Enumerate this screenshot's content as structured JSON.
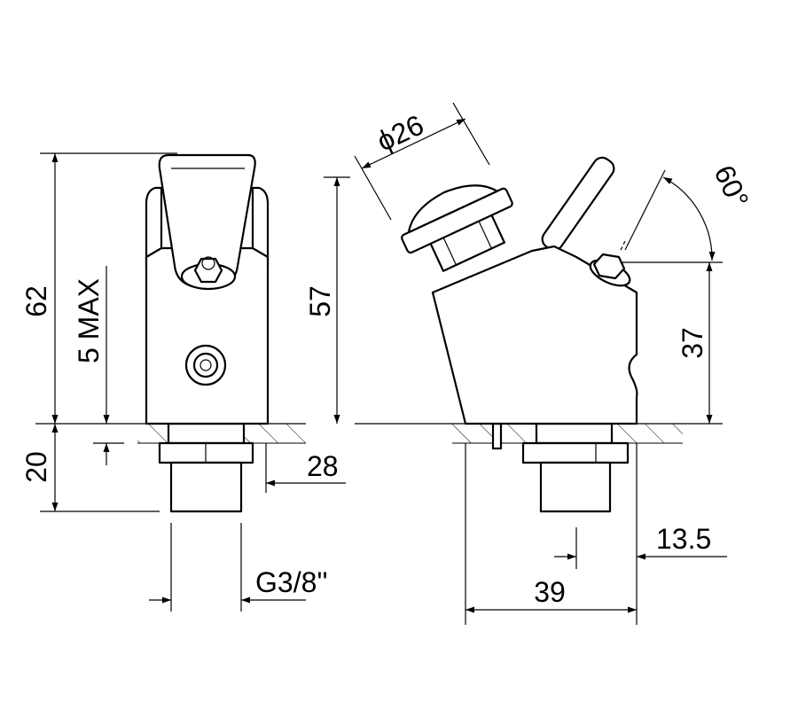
{
  "title": "Push-button tap dimensional drawing",
  "dimensions": {
    "height_total": "62",
    "counter_thickness": "5 MAX",
    "thread_length": "20",
    "body_height": "57",
    "nut_width": "28",
    "thread_size": "G3/8''",
    "button_diameter": "ϕ26",
    "lever_angle": "60°",
    "lever_height": "37",
    "offset": "13.5",
    "depth": "39"
  }
}
